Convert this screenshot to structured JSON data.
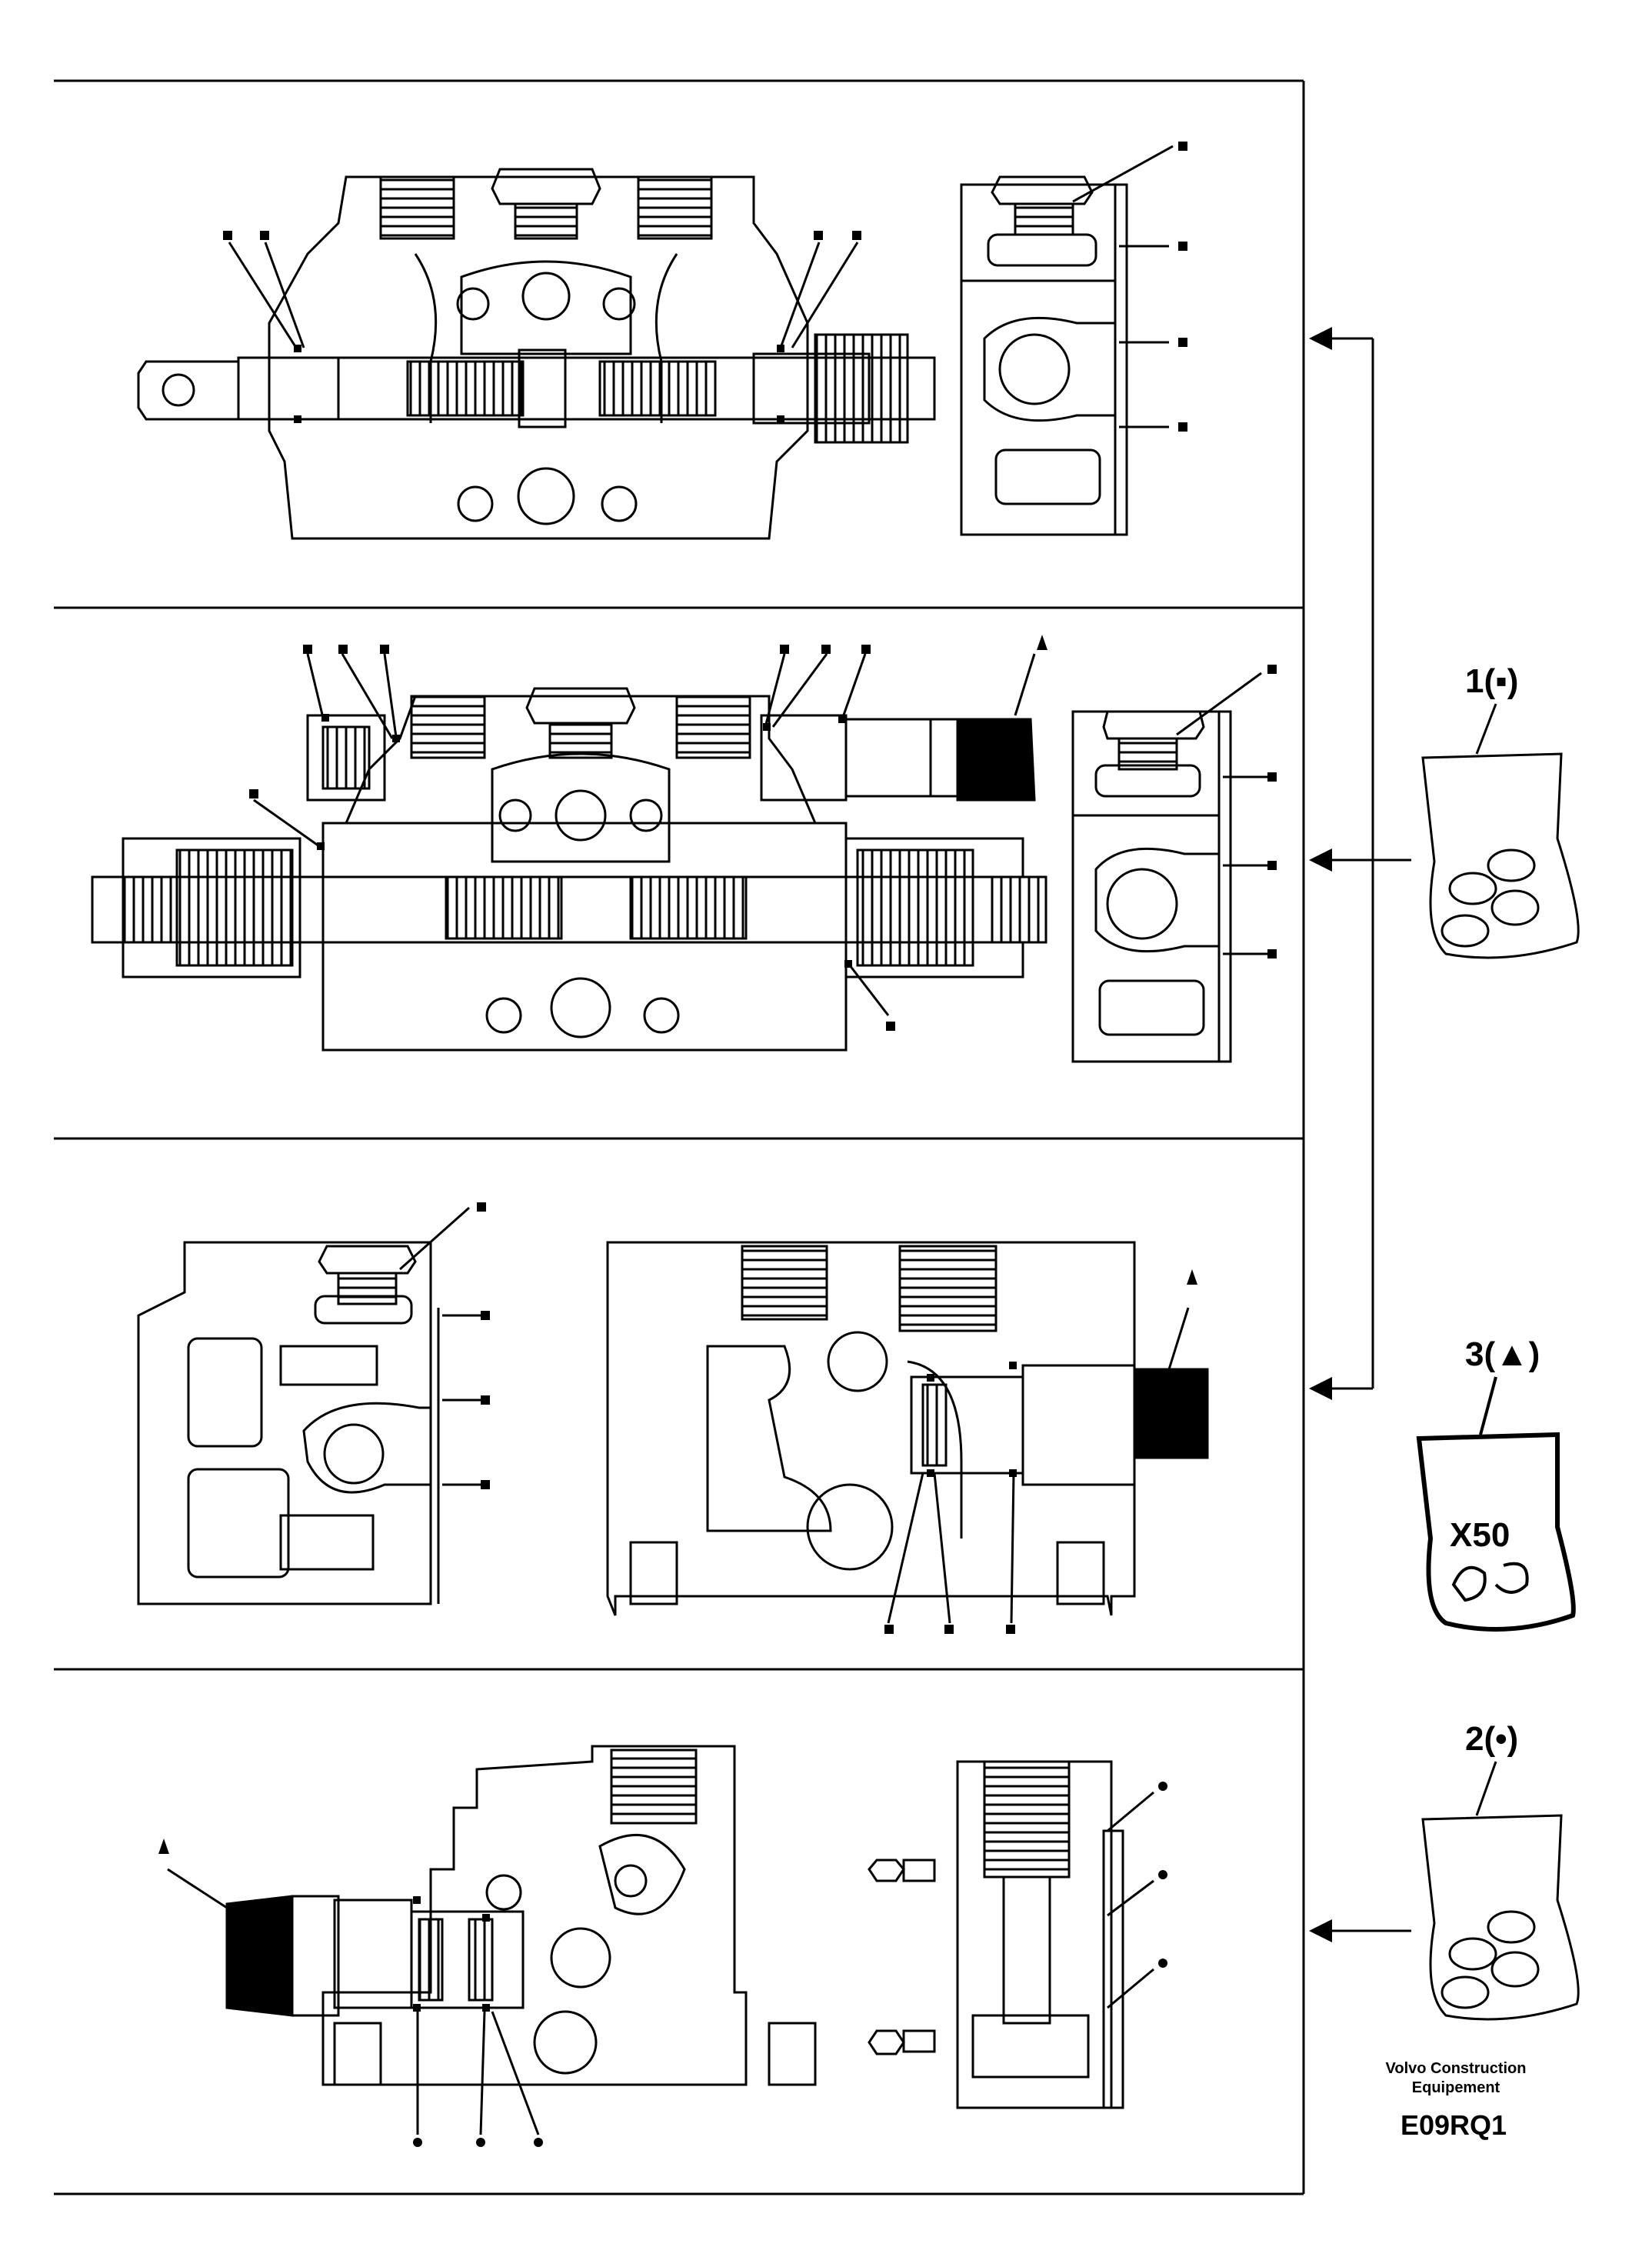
{
  "kits": [
    {
      "id": "kit-1",
      "label": "1(▪)",
      "symbol": "square"
    },
    {
      "id": "kit-3",
      "label": "3(▲)",
      "symbol": "triangle",
      "count_label": "X50"
    },
    {
      "id": "kit-2",
      "label": "2(•)",
      "symbol": "dot"
    }
  ],
  "footer": {
    "brand_line1": "Volvo Construction",
    "brand_line2": "Equipement",
    "code": "E09RQ1"
  }
}
